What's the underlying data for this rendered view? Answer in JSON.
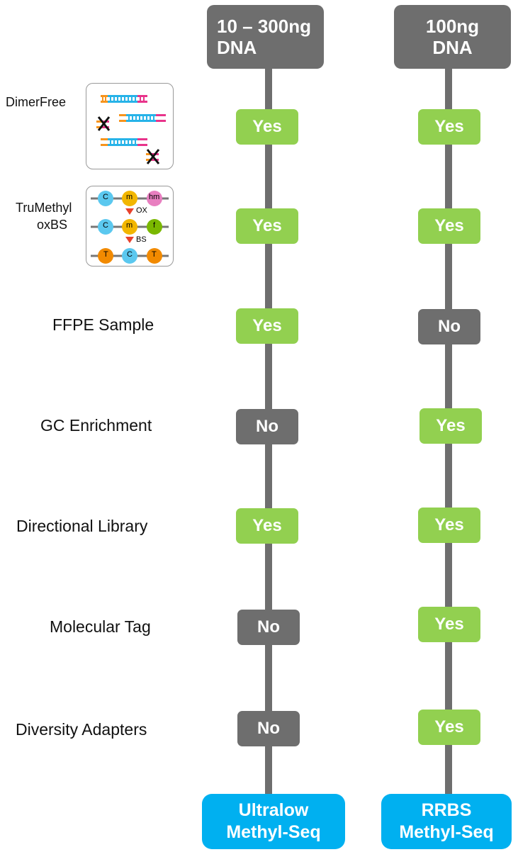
{
  "columns": [
    {
      "header": [
        "10 – 300ng",
        "DNA"
      ],
      "answers": [
        "Yes",
        "Yes",
        "Yes",
        "No",
        "Yes",
        "No",
        "No"
      ],
      "result": [
        "Ultralow",
        "Methyl-Seq"
      ]
    },
    {
      "header": [
        "100ng",
        "DNA"
      ],
      "answers": [
        "Yes",
        "Yes",
        "No",
        "Yes",
        "Yes",
        "Yes",
        "Yes"
      ],
      "result": [
        "RRBS",
        "Methyl-Seq"
      ]
    }
  ],
  "rows": [
    {
      "label": "DimerFree"
    },
    {
      "label": "TruMethyl"
    },
    {
      "label": "FFPE Sample"
    },
    {
      "label": "GC Enrichment"
    },
    {
      "label": "Directional Library"
    },
    {
      "label": "Molecular Tag"
    },
    {
      "label": "Diversity Adapters"
    }
  ],
  "trumethyl_sublabel": "oxBS",
  "oxbs_diagram": {
    "row1": [
      "C",
      "m",
      "hm"
    ],
    "step1": "OX",
    "row2": [
      "C",
      "m",
      "f"
    ],
    "step2": "BS",
    "row3": [
      "T",
      "C",
      "T"
    ]
  },
  "colors": {
    "yes": "#92d050",
    "no": "#6e6e6e",
    "result": "#00b0f0",
    "line": "#6e6e6e",
    "strand_blue": "#27b3e8",
    "strand_orange": "#f7941d",
    "strand_pink": "#e8348b",
    "dot_c": "#5bc8ef",
    "dot_m": "#f2b600",
    "dot_hm": "#e87fc0",
    "dot_f": "#7ab800",
    "dot_t": "#f28a00",
    "arrow_red": "#e8412c"
  }
}
